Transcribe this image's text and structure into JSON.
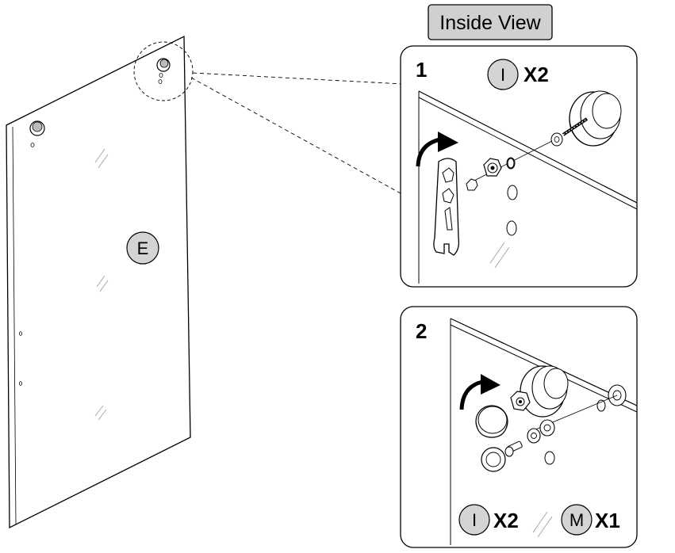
{
  "title": "Inside View",
  "panel_label": "E",
  "steps": [
    {
      "number": "1",
      "parts": [
        {
          "letter": "I",
          "qty": "X2"
        }
      ]
    },
    {
      "number": "2",
      "parts": [
        {
          "letter": "I",
          "qty": "X2"
        },
        {
          "letter": "M",
          "qty": "X1"
        }
      ]
    }
  ],
  "colors": {
    "badge_fill": "#d4d4d4",
    "title_fill": "#d0d0d0",
    "line": "#000000"
  },
  "icons": [
    "wrench-icon",
    "rotate-arrow-icon",
    "knob-icon",
    "glass-reflection-icon"
  ]
}
